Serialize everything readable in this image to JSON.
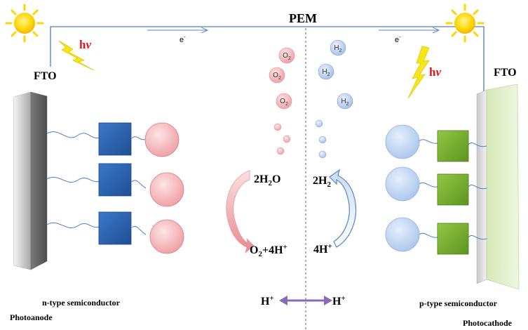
{
  "labels": {
    "pem": "PEM",
    "fto_left": "FTO",
    "fto_right": "FTO",
    "electron": "e",
    "electron_sup": "-",
    "hv_h": "h",
    "hv_nu": "ν",
    "n_type": "n-type semiconductor",
    "photoanode": "Photoanode",
    "p_type": "p-type semiconductor",
    "photocathode": "Photocathode",
    "water": {
      "pre": "2H",
      "sub": "2",
      "post": "O"
    },
    "oxygen_protons": {
      "o": "O",
      "sub": "2",
      "mid": "+4H",
      "sup": "+"
    },
    "hydrogen": {
      "pre": "2H",
      "sub": "2"
    },
    "protons": {
      "pre": "4H",
      "sup": "+"
    },
    "h_plus": {
      "pre": "H",
      "sup": "+"
    },
    "o2": {
      "pre": "O",
      "sub": "2"
    },
    "h2": {
      "pre": "H",
      "sub": "2"
    }
  },
  "colors": {
    "wire": "#4f7fc0",
    "electron_arrow": "#5b86c5",
    "blue_square": "#2d66b4",
    "green_square": "#7ab431",
    "pink_circle": "#f4b3b6",
    "light_blue_circle": "#c4d8f3",
    "sun": "#ffd400",
    "bolt": "#f5e615",
    "hv_text": "#e0151b",
    "proton_arrow": "#8a6bb5",
    "membrane": "#555555"
  }
}
